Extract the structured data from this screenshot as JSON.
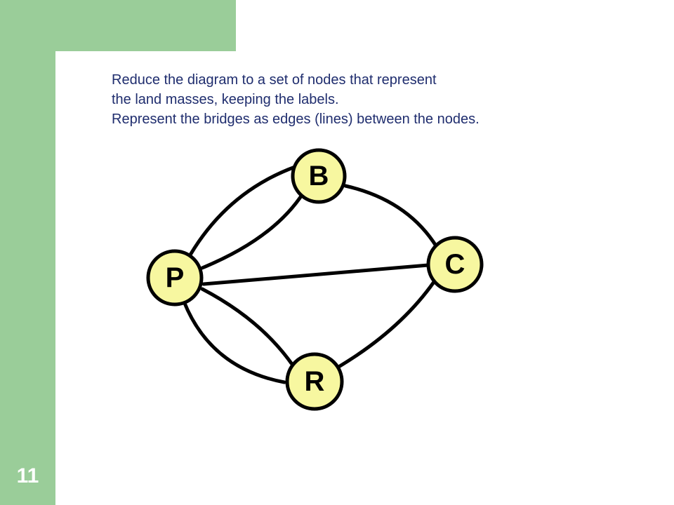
{
  "slide": {
    "number": "11"
  },
  "caption": {
    "lines": [
      "Reduce the diagram to a set of nodes that represent",
      "the land masses, keeping the labels.",
      "Represent the bridges as edges (lines) between the nodes."
    ]
  },
  "colors": {
    "accent_green": "#9acd99",
    "node_fill": "#f7f7a0",
    "text_blue": "#1f2d6e"
  },
  "graph": {
    "nodes": [
      {
        "id": "B",
        "label": "B"
      },
      {
        "id": "C",
        "label": "C"
      },
      {
        "id": "P",
        "label": "P"
      },
      {
        "id": "R",
        "label": "R"
      }
    ],
    "edges": [
      {
        "from": "P",
        "to": "B"
      },
      {
        "from": "P",
        "to": "B"
      },
      {
        "from": "P",
        "to": "C"
      },
      {
        "from": "P",
        "to": "R"
      },
      {
        "from": "P",
        "to": "R"
      },
      {
        "from": "B",
        "to": "C"
      },
      {
        "from": "R",
        "to": "C"
      }
    ]
  }
}
